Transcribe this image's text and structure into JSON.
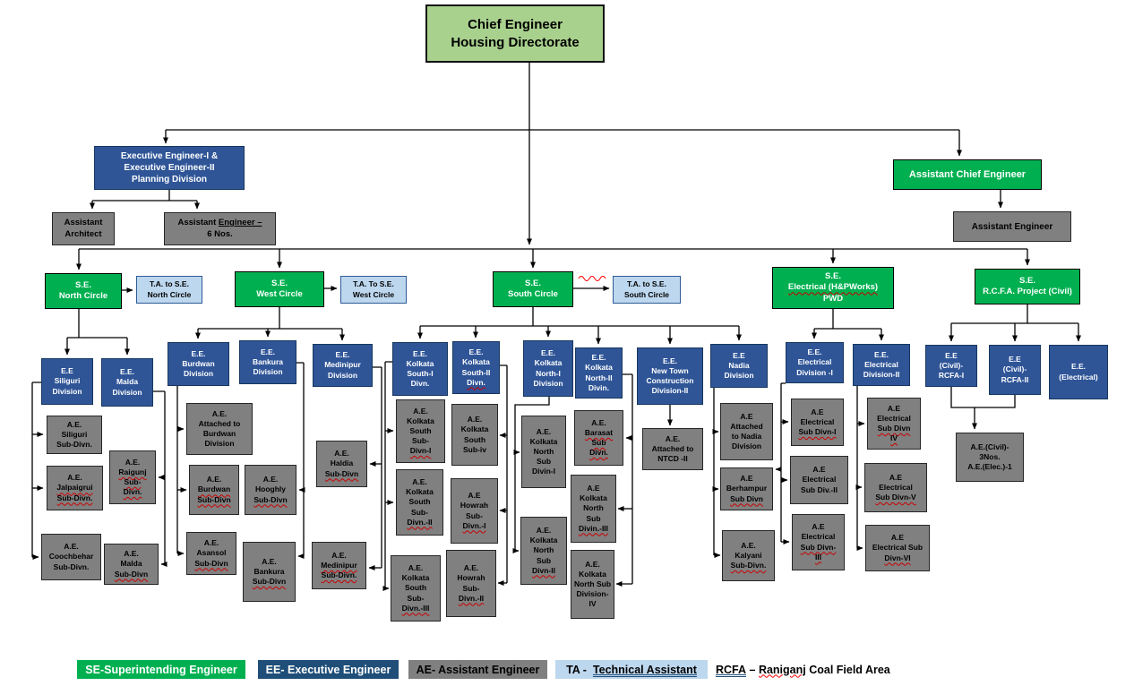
{
  "chief": "Chief Engineer\nHousing Directorate",
  "planning": {
    "ee": "Executive Engineer-I &\nExecutive Engineer-II\nPlanning Division",
    "architect": "Assistant\nArchitect",
    "ae6_pre": "Assistant ",
    "ae6_u": "Engineer –",
    "ae6_l2": "6 Nos."
  },
  "ace": {
    "label": "Assistant Chief Engineer",
    "ae": "Assistant Engineer"
  },
  "se": {
    "north": "S.E.\nNorth Circle",
    "ta_north": "T.A. to S.E.\nNorth Circle",
    "west": "S.E.\nWest Circle",
    "ta_west": "T.A. To S.E.\nWest Circle",
    "south": "S.E.\nSouth Circle",
    "ta_south": "T.A. to S.E.\nSouth Circle",
    "el1": "S.E.",
    "el2": "Electrical (H&PWorks)",
    "el3": "PWD",
    "rcfa": "S.E.\nR.C.F.A. Project (Civil)"
  },
  "north": {
    "ee_siliguri": "E.E\nSiliguri\nDivision",
    "ee_malda": "E.E.\nMalda\nDivision",
    "ae_siliguri": "A.E.\nSiliguri\nSub-Divn.",
    "ae_jalpaiguri": {
      "t": "A.E.",
      "u": "Jalpaigrui\nSub-Divn."
    },
    "ae_raigunj": {
      "t": "A.E.",
      "u": "Raigunj\nSub-\nDivn."
    },
    "ae_coochbehar": "A.E.\nCoochbehar\nSub-Divn.",
    "ae_malda": {
      "t": "A.E.\nMalda",
      "u": "Sub-Divn"
    }
  },
  "west": {
    "ee_burdwan": "E.E.\nBurdwan\nDivision",
    "ee_bankura": "E.E.\nBankura\nDivision",
    "ee_medinipur": "E.E.\nMedinipur\nDivision",
    "ae_attached_burdwan": "A.E.\nAttached to\nBurdwan\nDivision",
    "ae_burdwan": {
      "t": "A.E.",
      "u": "Burdwan\nSub-Divn"
    },
    "ae_hooghly": {
      "t": "A.E.\nHooghly",
      "u": "Sub-Divn"
    },
    "ae_asansol": {
      "t": "A.E.\nAsansol",
      "u": "Sub-Divn"
    },
    "ae_bankura": {
      "t": "A.E.\nBankura",
      "u": "Sub-Divn"
    },
    "ae_haldia": {
      "t": "A.E.\nHaldia",
      "u": "Sub-Divn"
    },
    "ae_medinipur": {
      "t": "A.E.",
      "u": "Medinipur\nSub-Divn."
    }
  },
  "south": {
    "ee_kolkata_s1": "E.E.\nKolkata\nSouth-I\nDivn.",
    "ee_kolkata_s2": {
      "t": "E.E.\nKolkata\nSouth-II",
      "u": "Divn."
    },
    "ee_kolkata_n1": "E.E.\nKolkata\nNorth-I\nDivision",
    "ee_kolkata_n2": "E.E.\nKolkata\nNorth-II\nDivin.",
    "ee_ntcd": "E.E.\nNew Town\nConstruction\nDivision-II",
    "ee_nadia": "E.E\nNadia\nDivision",
    "ae_ks1": {
      "t": "A.E.\nKolkata\nSouth\nSub-",
      "u": "Divn-I"
    },
    "ae_ks4": "A.E.\nKolkata\nSouth\nSub-iv",
    "ae_ks2": {
      "t": "A.E.\nKolkata\nSouth\nSub-",
      "u": "Divn.-II"
    },
    "ae_ks3": {
      "t": "A.E.\nKolkata\nSouth\nSub-",
      "u": "Divn.-III"
    },
    "ae_howrah1": {
      "t": "A.E\nHowrah\nSub-",
      "u": "Divn.-I"
    },
    "ae_howrah2": {
      "t": "A.E.\nHowrah\nSub-",
      "u": "Divn.-II"
    },
    "ae_kn1": "A.E.\nKolkata\nNorth\nSub\nDivin-I",
    "ae_barasat": {
      "t": "A.E.",
      "u": "Barasat\nSub\nDivn."
    },
    "ae_kn2": {
      "t": "A.E.\nKolkata\nNorth\nSub",
      "u": "Divn-II"
    },
    "ae_kn3": {
      "t": "A.E\nKolkata\nNorth\nSub",
      "u": "Divin.-III"
    },
    "ae_kn4": "A.E.\nKolkata\nNorth Sub\nDivision-\nIV",
    "ae_ntcd": "A.E.\nAttached to\nNTCD -II",
    "ae_attached_nadia": "A.E\nAttached\nto Nadia\nDivision",
    "ae_berhampur": {
      "t": "A.E\nBerhampur",
      "u": "Sub Divn"
    },
    "ae_kalyani": {
      "t": "A.E.\nKalyani",
      "u": "Sub-Divn."
    }
  },
  "electrical": {
    "ee_div1": "E.E.\nElectrical\nDivision -I",
    "ee_div2": "E.E.\nElectrical\nDivision-II",
    "ae_sub1": {
      "t": "A.E\nElectrical",
      "u": "Sub Divn-I"
    },
    "ae_sub2": "A.E\nElectrical\nSub Div.-II",
    "ae_sub3": {
      "t": "A.E\nElectrical",
      "u": "Sub Divn-\nIII"
    },
    "ae_sub4": {
      "t": "A.E\nElectrical",
      "u": "Sub Divn\nIV"
    },
    "ae_sub5": {
      "t": "A.E\nElectrical",
      "u": "Sub Divn-V"
    },
    "ae_sub6": {
      "t": "A.E\nElectrical Sub",
      "u": "Divn-VI"
    }
  },
  "rcfa": {
    "ee_civil1": "E.E\n(Civil)-\nRCFA-I",
    "ee_civil2": "E.E\n(Civil)-\nRCFA-II",
    "ee_electrical": "E.E.\n(Electrical)",
    "ae_combined": "A.E.(Civil)-\n3Nos.\nA.E.(Elec.)-1"
  },
  "legend": {
    "se": "SE-Superintending Engineer",
    "ee": "EE- Executive Engineer",
    "ae": "AE- Assistant Engineer",
    "ta_abbr": "TA -  ",
    "ta_rest": "Technical Assistant",
    "rcfa_abbr": "RCFA",
    "rcfa_dash": " – ",
    "rcfa_name": "Raniganj",
    "rcfa_rest": " Coal Field Area"
  }
}
